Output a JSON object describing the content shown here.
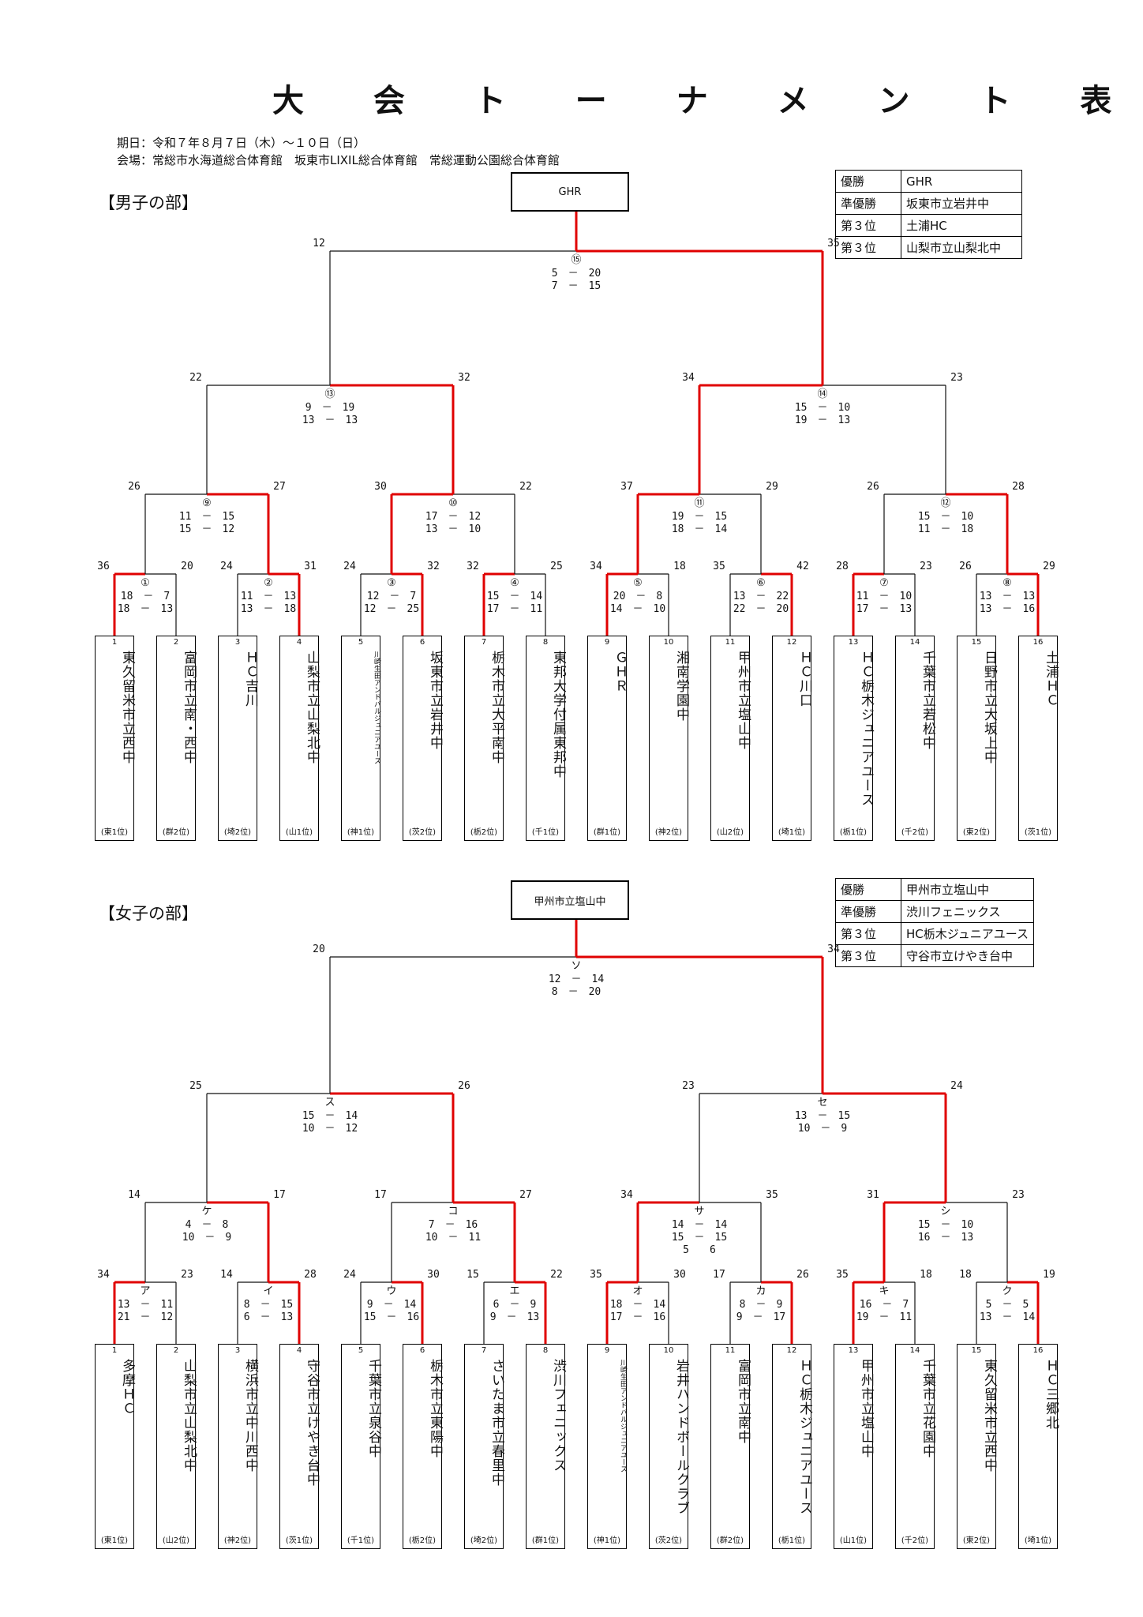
{
  "title": "大 会 ト ー ナ メ ン ト 表",
  "info": {
    "dates": "期日：令和７年８月７日（木）～１０日（日）",
    "venues": "会場：常総市水海道総合体育館　坂東市LIXIL総合体育館　常総運動公園総合体育館"
  },
  "boys": {
    "label": "【男子の部】",
    "champion": "GHR",
    "results": [
      {
        "place": "優勝",
        "team": "GHR"
      },
      {
        "place": "準優勝",
        "team": "坂東市立岩井中"
      },
      {
        "place": "第３位",
        "team": "土浦HC"
      },
      {
        "place": "第３位",
        "team": "山梨市立山梨北中"
      }
    ],
    "teams": [
      {
        "num": "1",
        "name": "東久留米市立西中",
        "rank": "(東1位)"
      },
      {
        "num": "2",
        "name": "富岡市立南・西中",
        "rank": "(群2位)"
      },
      {
        "num": "3",
        "name": "ＨＣ吉川",
        "rank": "(埼2位)"
      },
      {
        "num": "4",
        "name": "山梨市立山梨北中",
        "rank": "(山1位)"
      },
      {
        "num": "5",
        "name": "川崎生田アンドバルジュニアユース",
        "rank": "(神1位)"
      },
      {
        "num": "6",
        "name": "坂東市立岩井中",
        "rank": "(茨2位)"
      },
      {
        "num": "7",
        "name": "栃木市立大平南中",
        "rank": "(栃2位)"
      },
      {
        "num": "8",
        "name": "東邦大学付属東邦中",
        "rank": "(千1位)"
      },
      {
        "num": "9",
        "name": "ＧＨＲ",
        "rank": "(群1位)"
      },
      {
        "num": "10",
        "name": "湘南学園中",
        "rank": "(神2位)"
      },
      {
        "num": "11",
        "name": "甲州市立塩山中",
        "rank": "(山2位)"
      },
      {
        "num": "12",
        "name": "ＨＣ川口",
        "rank": "(埼1位)"
      },
      {
        "num": "13",
        "name": "ＨＣ栃木ジュニアユース",
        "rank": "(栃1位)"
      },
      {
        "num": "14",
        "name": "千葉市立若松中",
        "rank": "(千2位)"
      },
      {
        "num": "15",
        "name": "日野市立大坂上中",
        "rank": "(東2位)"
      },
      {
        "num": "16",
        "name": "土浦ＨＣ",
        "rank": "(茨1位)"
      }
    ],
    "matches": [
      {
        "label": "①",
        "left": "36",
        "right": "20",
        "halves": [
          "18　－　7",
          "18　－　13"
        ],
        "winner": "L"
      },
      {
        "label": "②",
        "left": "24",
        "right": "31",
        "halves": [
          "11　－　13",
          "13　－　18"
        ],
        "winner": "R"
      },
      {
        "label": "③",
        "left": "24",
        "right": "32",
        "halves": [
          "12　－　7",
          "12　－　25"
        ],
        "winner": "R"
      },
      {
        "label": "④",
        "left": "32",
        "right": "25",
        "halves": [
          "15　－　14",
          "17　－　11"
        ],
        "winner": "L"
      },
      {
        "label": "⑤",
        "left": "34",
        "right": "18",
        "halves": [
          "20　－　8",
          "14　－　10"
        ],
        "winner": "L"
      },
      {
        "label": "⑥",
        "left": "35",
        "right": "42",
        "halves": [
          "13　－　22",
          "22　－　20"
        ],
        "winner": "R"
      },
      {
        "label": "⑦",
        "left": "28",
        "right": "23",
        "halves": [
          "11　－　10",
          "17　－　13"
        ],
        "winner": "L"
      },
      {
        "label": "⑧",
        "left": "26",
        "right": "29",
        "halves": [
          "13　－　13",
          "13　－　16"
        ],
        "winner": "R"
      },
      {
        "label": "⑨",
        "left": "26",
        "right": "27",
        "halves": [
          "11　－　15",
          "15　－　12"
        ],
        "winner": "R"
      },
      {
        "label": "⑩",
        "left": "30",
        "right": "22",
        "halves": [
          "17　－　12",
          "13　－　10"
        ],
        "winner": "L"
      },
      {
        "label": "⑪",
        "left": "37",
        "right": "29",
        "halves": [
          "19　－　15",
          "18　－　14"
        ],
        "winner": "L"
      },
      {
        "label": "⑫",
        "left": "26",
        "right": "28",
        "halves": [
          "15　－　10",
          "11　－　18"
        ],
        "winner": "R"
      },
      {
        "label": "⑬",
        "left": "22",
        "right": "32",
        "halves": [
          "9　－　19",
          "13　－　13"
        ],
        "winner": "R"
      },
      {
        "label": "⑭",
        "left": "34",
        "right": "23",
        "halves": [
          "15　－　10",
          "19　－　13"
        ],
        "winner": "L"
      },
      {
        "label": "⑮",
        "left": "12",
        "right": "35",
        "halves": [
          "5　－　20",
          "7　－　15"
        ],
        "winner": "R"
      }
    ]
  },
  "girls": {
    "label": "【女子の部】",
    "champion": "甲州市立塩山中",
    "results": [
      {
        "place": "優勝",
        "team": "甲州市立塩山中"
      },
      {
        "place": "準優勝",
        "team": "渋川フェニックス"
      },
      {
        "place": "第３位",
        "team": "HC栃木ジュニアユース"
      },
      {
        "place": "第３位",
        "team": "守谷市立けやき台中"
      }
    ],
    "teams": [
      {
        "num": "1",
        "name": "多摩ＨＣ",
        "rank": "(東1位)"
      },
      {
        "num": "2",
        "name": "山梨市立山梨北中",
        "rank": "(山2位)"
      },
      {
        "num": "3",
        "name": "横浜市立中川西中",
        "rank": "(神2位)"
      },
      {
        "num": "4",
        "name": "守谷市立けやき台中",
        "rank": "(茨1位)"
      },
      {
        "num": "5",
        "name": "千葉市立泉谷中",
        "rank": "(千1位)"
      },
      {
        "num": "6",
        "name": "栃木市立東陽中",
        "rank": "(栃2位)"
      },
      {
        "num": "7",
        "name": "さいたま市立春里中",
        "rank": "(埼2位)"
      },
      {
        "num": "8",
        "name": "渋川フェニックス",
        "rank": "(群1位)"
      },
      {
        "num": "9",
        "name": "川崎生田アンドバルジュニアユース",
        "rank": "(神1位)"
      },
      {
        "num": "10",
        "name": "岩井ハンドボールクラブ",
        "rank": "(茨2位)"
      },
      {
        "num": "11",
        "name": "富岡市立南中",
        "rank": "(群2位)"
      },
      {
        "num": "12",
        "name": "ＨＣ栃木ジュニアユース",
        "rank": "(栃1位)"
      },
      {
        "num": "13",
        "name": "甲州市立塩山中",
        "rank": "(山1位)"
      },
      {
        "num": "14",
        "name": "千葉市立花園中",
        "rank": "(千2位)"
      },
      {
        "num": "15",
        "name": "東久留米市立西中",
        "rank": "(東2位)"
      },
      {
        "num": "16",
        "name": "ＨＣ三郷北",
        "rank": "(埼1位)"
      }
    ],
    "matches": [
      {
        "label": "ア",
        "left": "34",
        "right": "23",
        "halves": [
          "13　－　11",
          "21　－　12"
        ],
        "winner": "L"
      },
      {
        "label": "イ",
        "left": "14",
        "right": "28",
        "halves": [
          "8　－　15",
          "6　－　13"
        ],
        "winner": "R"
      },
      {
        "label": "ウ",
        "left": "24",
        "right": "30",
        "halves": [
          "9　－　14",
          "15　－　16"
        ],
        "winner": "R"
      },
      {
        "label": "エ",
        "left": "15",
        "right": "22",
        "halves": [
          "6　－　9",
          "9　－　13"
        ],
        "winner": "R"
      },
      {
        "label": "オ",
        "left": "35",
        "right": "30",
        "halves": [
          "18　－　14",
          "17　－　16"
        ],
        "winner": "L"
      },
      {
        "label": "カ",
        "left": "17",
        "right": "26",
        "halves": [
          "8　－　9",
          "9　－　17"
        ],
        "winner": "R"
      },
      {
        "label": "キ",
        "left": "35",
        "right": "18",
        "halves": [
          "16　－　7",
          "19　－　11"
        ],
        "winner": "L"
      },
      {
        "label": "ク",
        "left": "18",
        "right": "19",
        "halves": [
          "5　－　5",
          "13　－　14"
        ],
        "winner": "R"
      },
      {
        "label": "ケ",
        "left": "14",
        "right": "17",
        "halves": [
          "4　－　8",
          "10　－　9"
        ],
        "winner": "R"
      },
      {
        "label": "コ",
        "left": "17",
        "right": "27",
        "halves": [
          "7　－　16",
          "10　－　11"
        ],
        "winner": "R"
      },
      {
        "label": "サ",
        "left": "34",
        "right": "35",
        "halves": [
          "14　－　14",
          "15　－　15",
          "5　　6"
        ],
        "winner": "L"
      },
      {
        "label": "シ",
        "left": "31",
        "right": "23",
        "halves": [
          "15　－　10",
          "16　－　13"
        ],
        "winner": "L"
      },
      {
        "label": "ス",
        "left": "25",
        "right": "26",
        "halves": [
          "15　－　14",
          "10　－　12"
        ],
        "winner": "R"
      },
      {
        "label": "セ",
        "left": "23",
        "right": "24",
        "halves": [
          "13　－　15",
          "10　－　9"
        ],
        "winner": "R"
      },
      {
        "label": "ソ",
        "left": "20",
        "right": "34",
        "halves": [
          "12　－　14",
          "8　－　20"
        ],
        "winner": "R"
      }
    ]
  }
}
